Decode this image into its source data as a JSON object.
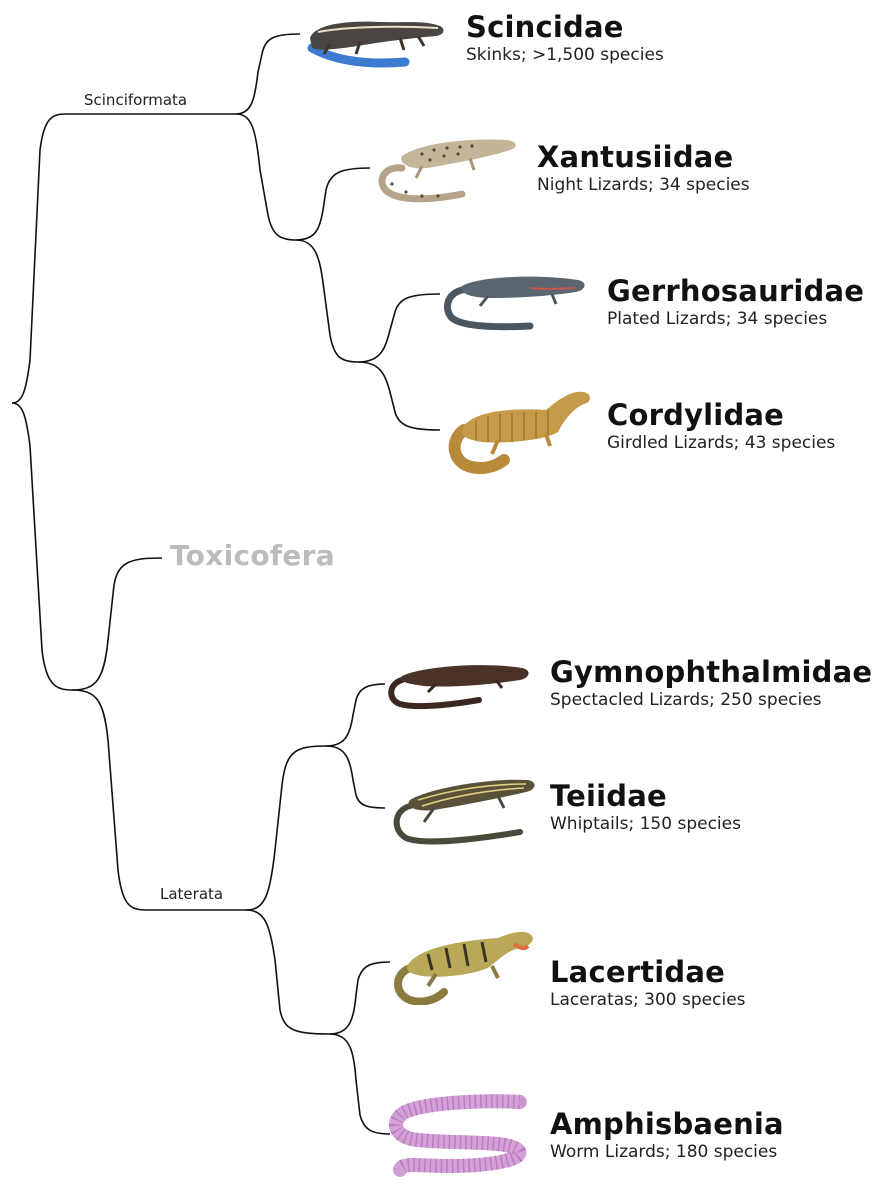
{
  "clades": {
    "scinciformata": "Scinciformata",
    "toxicofera": "Toxicofera",
    "laterata": "Laterata"
  },
  "taxa": [
    {
      "name": "Scincidae",
      "desc": "Skinks; >1,500 species",
      "icon": "skink-illustration"
    },
    {
      "name": "Xantusiidae",
      "desc": "Night Lizards; 34 species",
      "icon": "night-lizard-illustration"
    },
    {
      "name": "Gerrhosauridae",
      "desc": "Plated Lizards; 34 species",
      "icon": "plated-lizard-illustration"
    },
    {
      "name": "Cordylidae",
      "desc": "Girdled Lizards; 43 species",
      "icon": "girdled-lizard-illustration"
    },
    {
      "name": "Gymnophthalmidae",
      "desc": "Spectacled Lizards; 250 species",
      "icon": "spectacled-lizard-illustration"
    },
    {
      "name": "Teiidae",
      "desc": "Whiptails; 150 species",
      "icon": "whiptail-illustration"
    },
    {
      "name": "Lacertidae",
      "desc": "Laceratas; 300 species",
      "icon": "lacerta-illustration"
    },
    {
      "name": "Amphisbaenia",
      "desc": "Worm Lizards; 180 species",
      "icon": "worm-lizard-illustration"
    }
  ],
  "colors": {
    "tree_line": "#111111",
    "toxicofera_label": "#bcbcbc"
  }
}
